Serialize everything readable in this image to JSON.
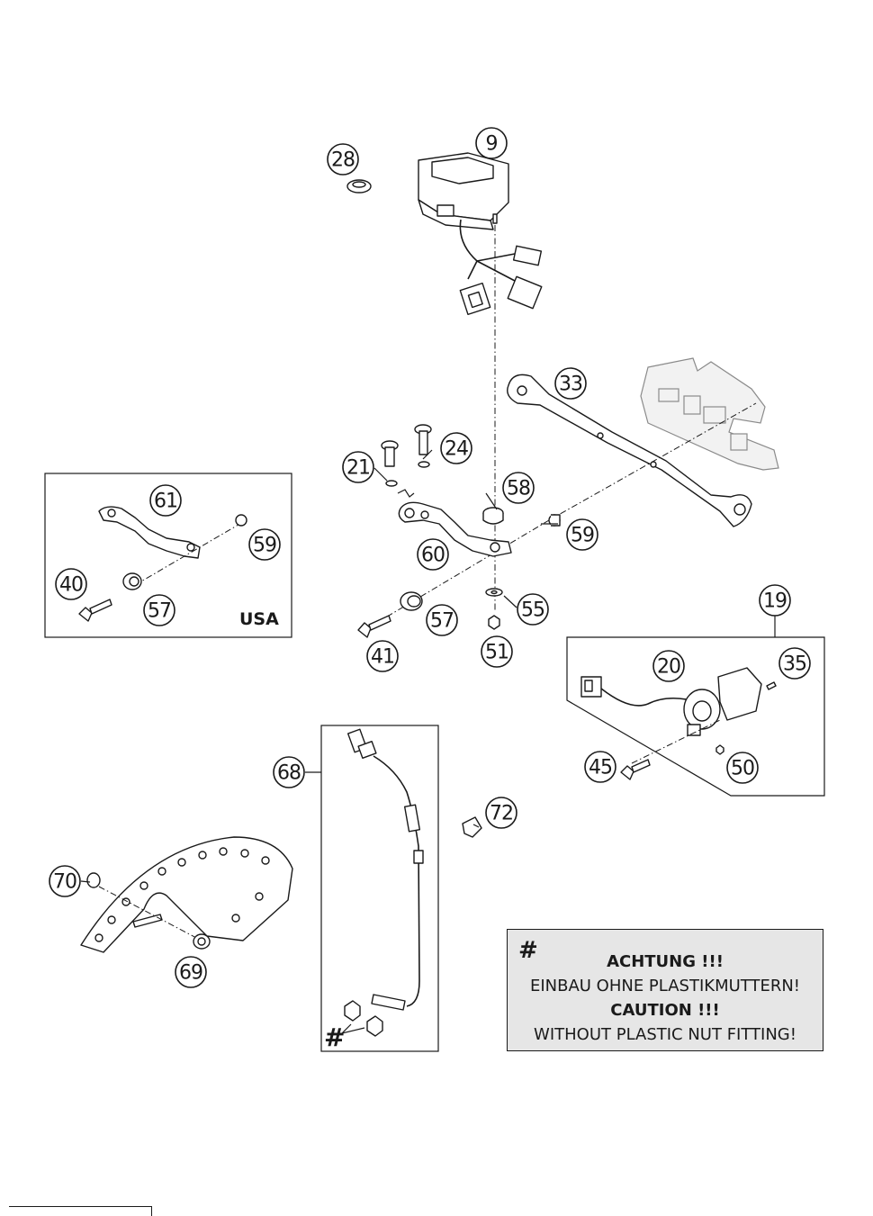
{
  "callouts": {
    "c9": "9",
    "c28": "28",
    "c33": "33",
    "c24": "24",
    "c21": "21",
    "c58": "58",
    "c61": "61",
    "c59a": "59",
    "c40": "40",
    "c57a": "57",
    "c59b": "59",
    "c60": "60",
    "c57b": "57",
    "c55": "55",
    "c41": "41",
    "c51": "51",
    "c19": "19",
    "c20": "20",
    "c35": "35",
    "c45": "45",
    "c50": "50",
    "c68": "68",
    "c72": "72",
    "c70": "70",
    "c69": "69"
  },
  "usa_label": "USA",
  "hash_mark": "#",
  "note": {
    "line1": "ACHTUNG !!!",
    "line2": "EINBAU OHNE PLASTIKMUTTERN!",
    "line3": "CAUTION !!!",
    "line4": "WITHOUT PLASTIC NUT FITTING!"
  }
}
